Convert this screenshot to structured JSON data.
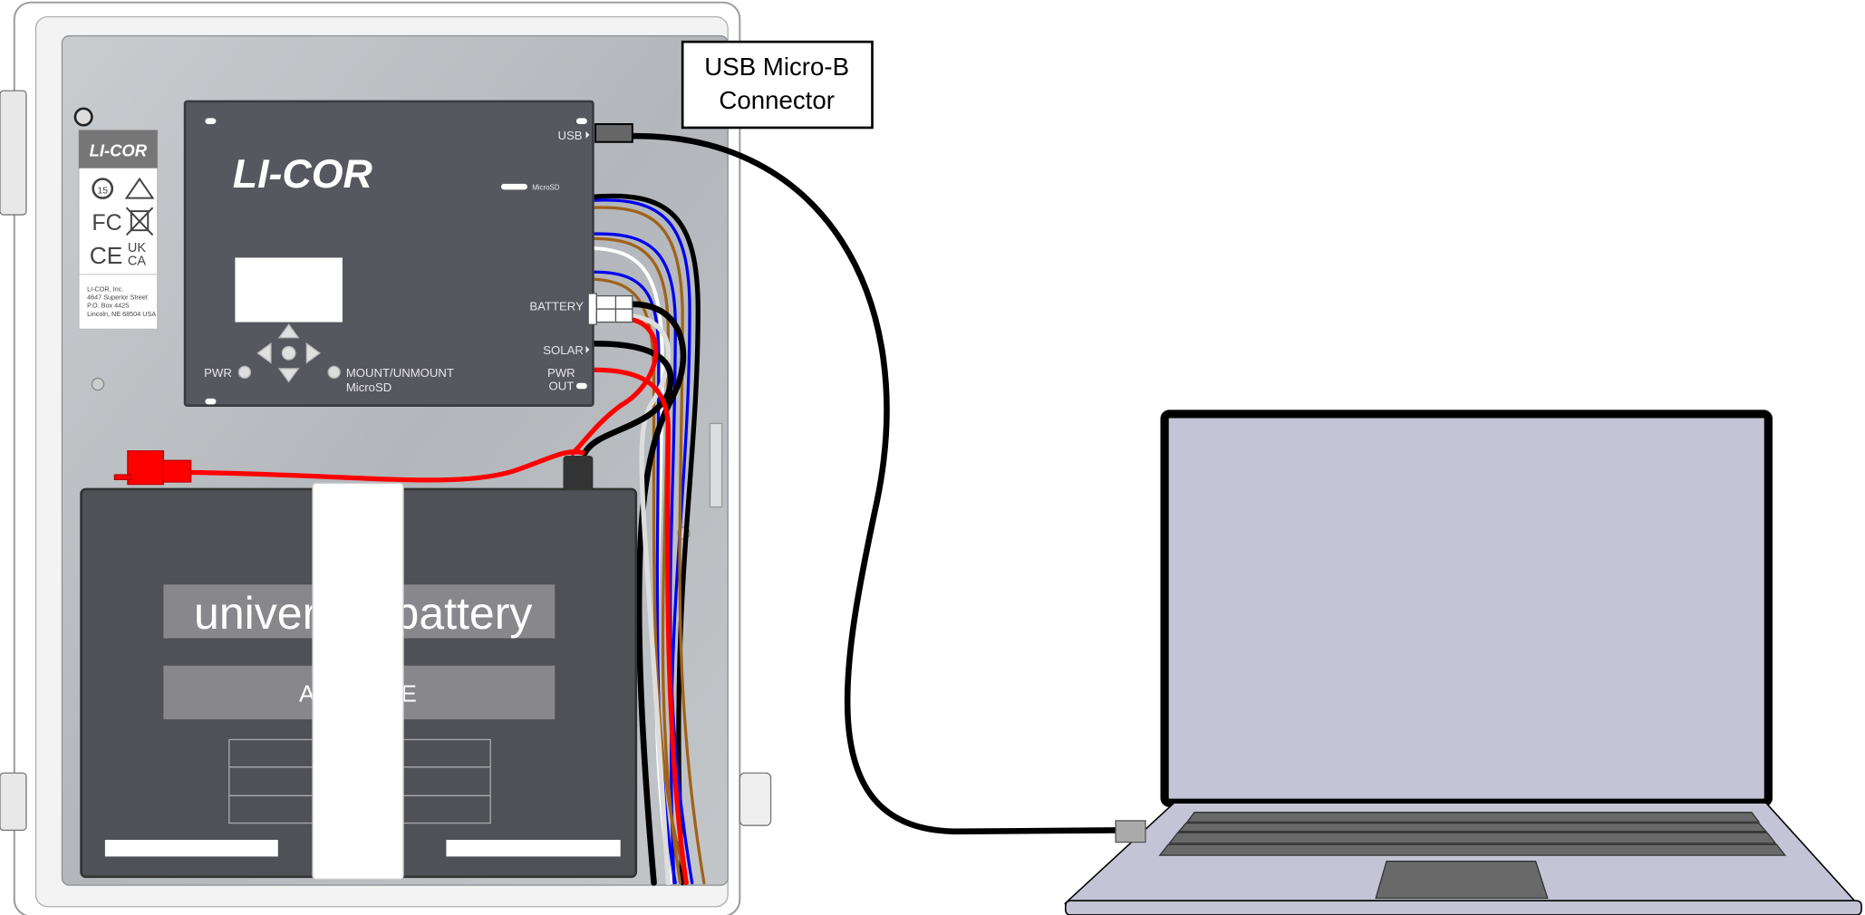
{
  "callout": {
    "line1": "USB Micro-B",
    "line2": "Connector"
  },
  "device": {
    "logo": "LI-COR",
    "microsd_slot_label": "MicroSD",
    "usb_label": "USB",
    "battery_label": "BATTERY",
    "solar_label": "SOLAR",
    "pwr_out_line1": "PWR",
    "pwr_out_line2": "OUT",
    "pwr_button_label": "PWR",
    "mount_label_line1": "MOUNT/UNMOUNT",
    "mount_label_line2": "MicroSD"
  },
  "label_plate": {
    "logo": "LI-COR",
    "marks": [
      "15",
      "FC",
      "CE",
      "UK",
      "CA"
    ],
    "address": [
      "LI-COR, Inc.",
      "4647 Superior Street",
      "P.O. Box 4425",
      "Lincoln, NE 68504 USA"
    ]
  },
  "battery": {
    "brand_left": "univer",
    "brand_right": "battery",
    "model_left": "A",
    "model_right": "E"
  },
  "colors": {
    "device_body": "#57575f",
    "battery_body": "#505057",
    "laptop_body": "#c4c4d6",
    "cable": "#000000",
    "red_wire": "#ff0000",
    "blue_wire": "#0000ee",
    "brown_wire": "#a0621a"
  }
}
